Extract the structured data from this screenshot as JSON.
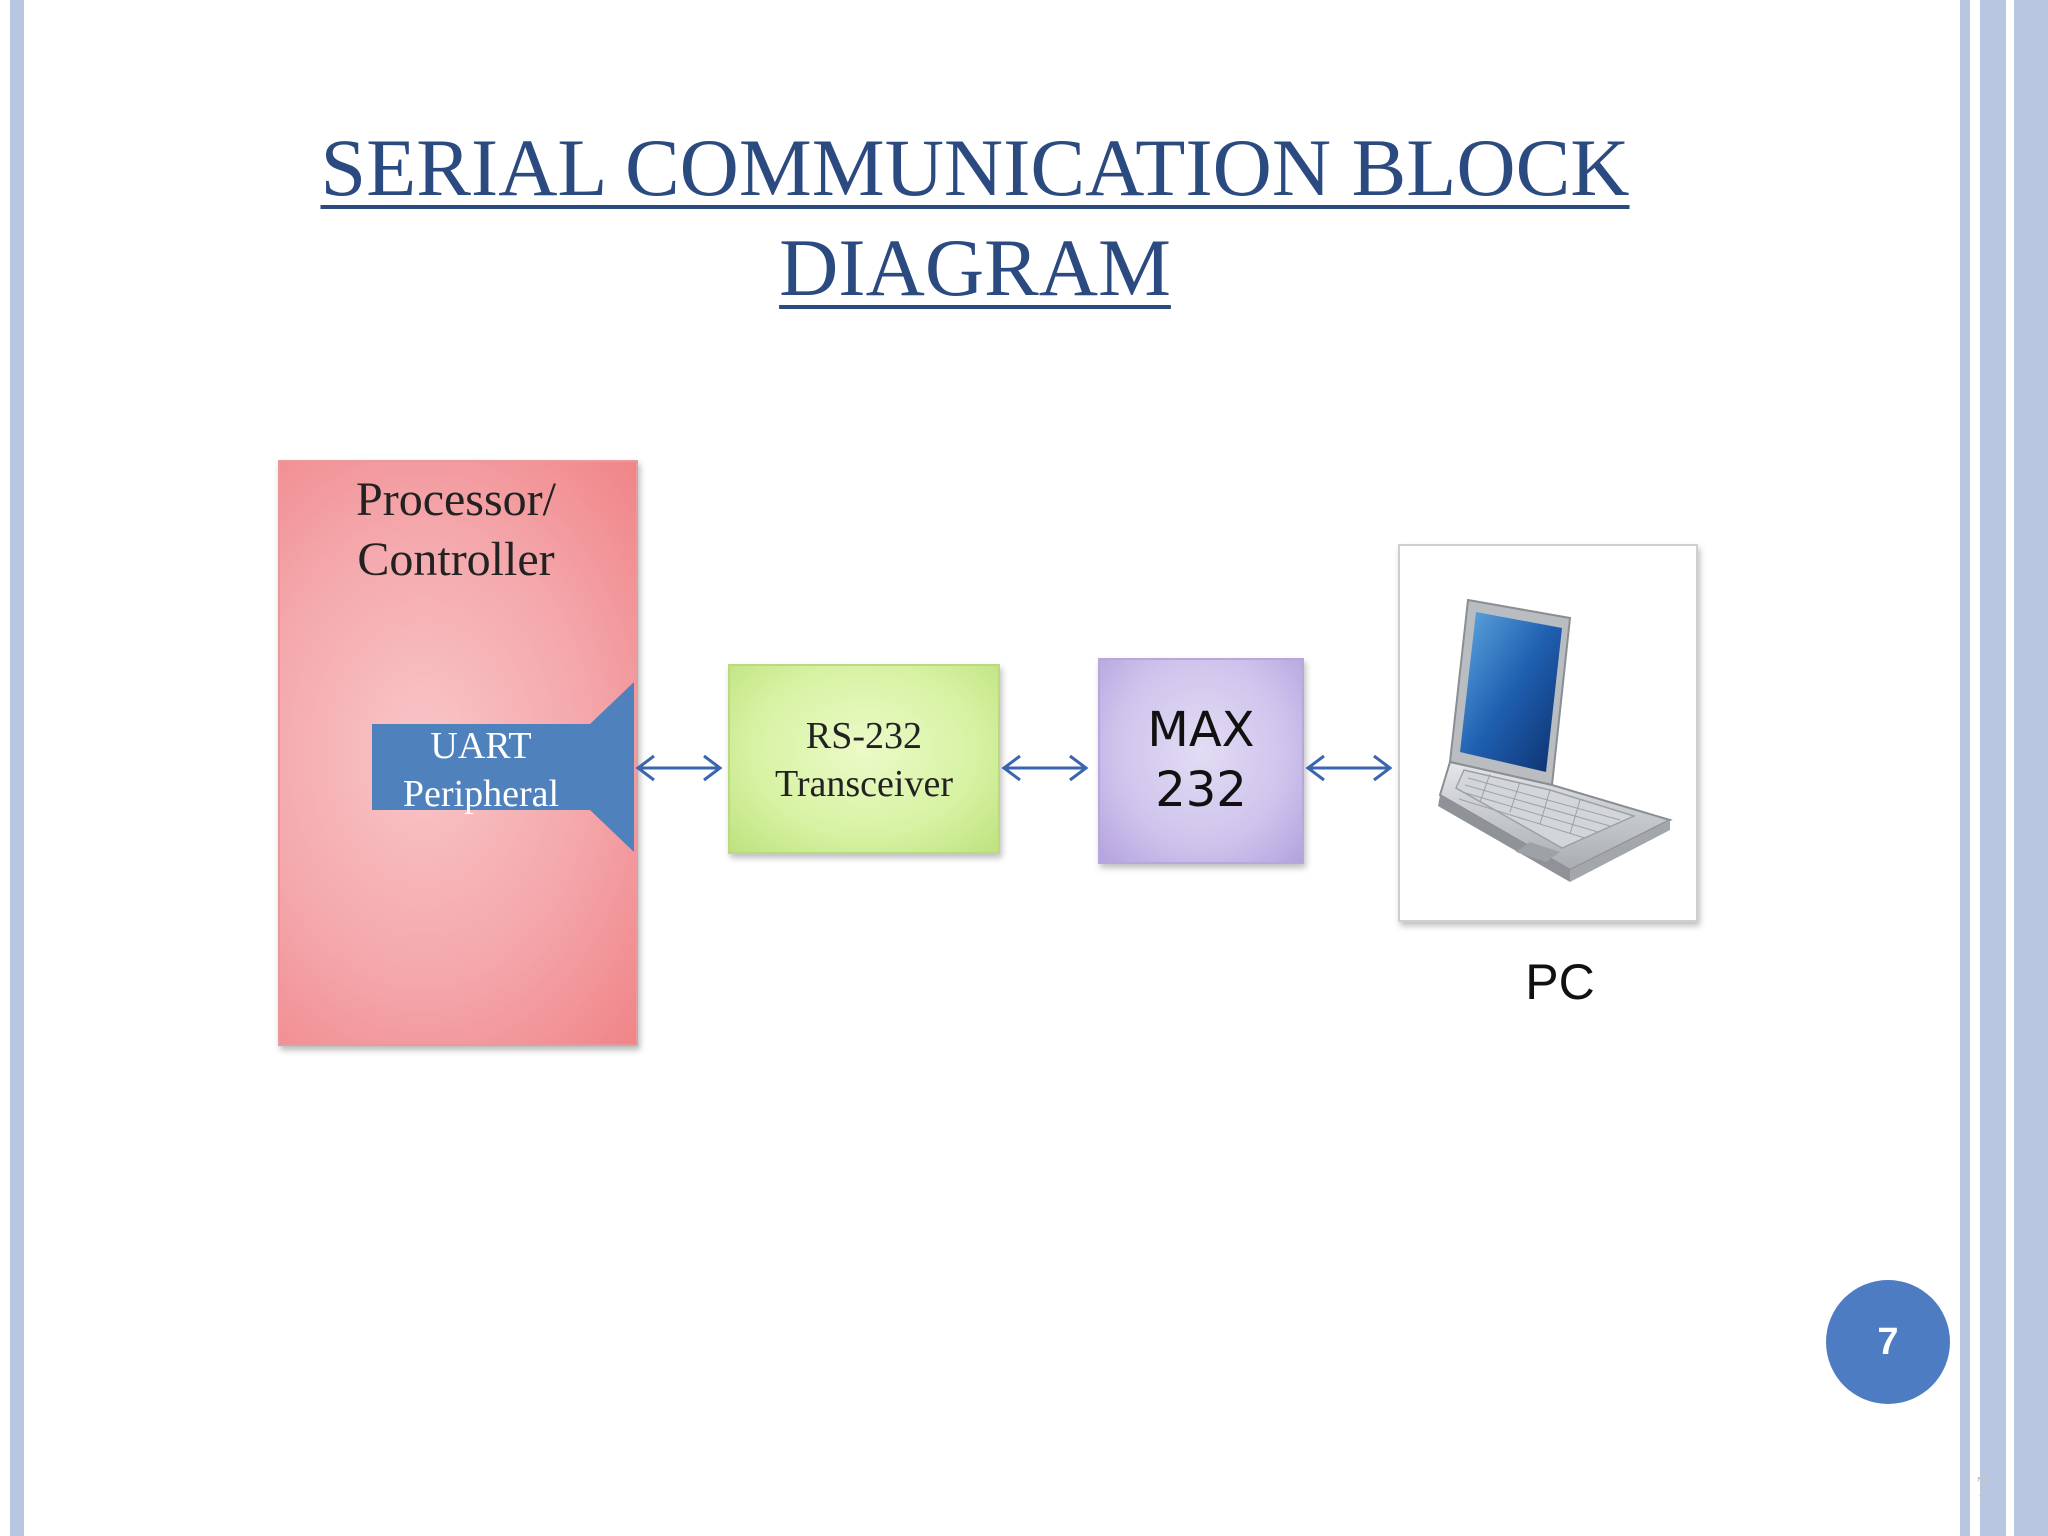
{
  "slide": {
    "title_line1": "SERIAL COMMUNICATION BLOCK",
    "title_line2": "DIAGRAM",
    "page_badge": "7",
    "page_number_small": "7"
  },
  "diagram": {
    "processor": {
      "line1": "Processor/",
      "line2": "Controller"
    },
    "uart": {
      "line1": "UART",
      "line2": "Peripheral"
    },
    "rs232": {
      "line1": "RS-232",
      "line2": "Transceiver"
    },
    "max232": {
      "line1": "MAX",
      "line2": "232"
    },
    "pc": {
      "label": "PC",
      "icon": "laptop-icon"
    },
    "connections": [
      "uart-rs232",
      "rs232-max232",
      "max232-pc"
    ]
  },
  "colors": {
    "title": "#2a4a80",
    "processor": "#f4a7ab",
    "uart": "#4f81bd",
    "rs232": "#d6f2a2",
    "max232": "#cfc3ec",
    "arrow": "#3a66b0",
    "badge": "#4e7cc2",
    "side_bars": "#b8c6e2"
  }
}
